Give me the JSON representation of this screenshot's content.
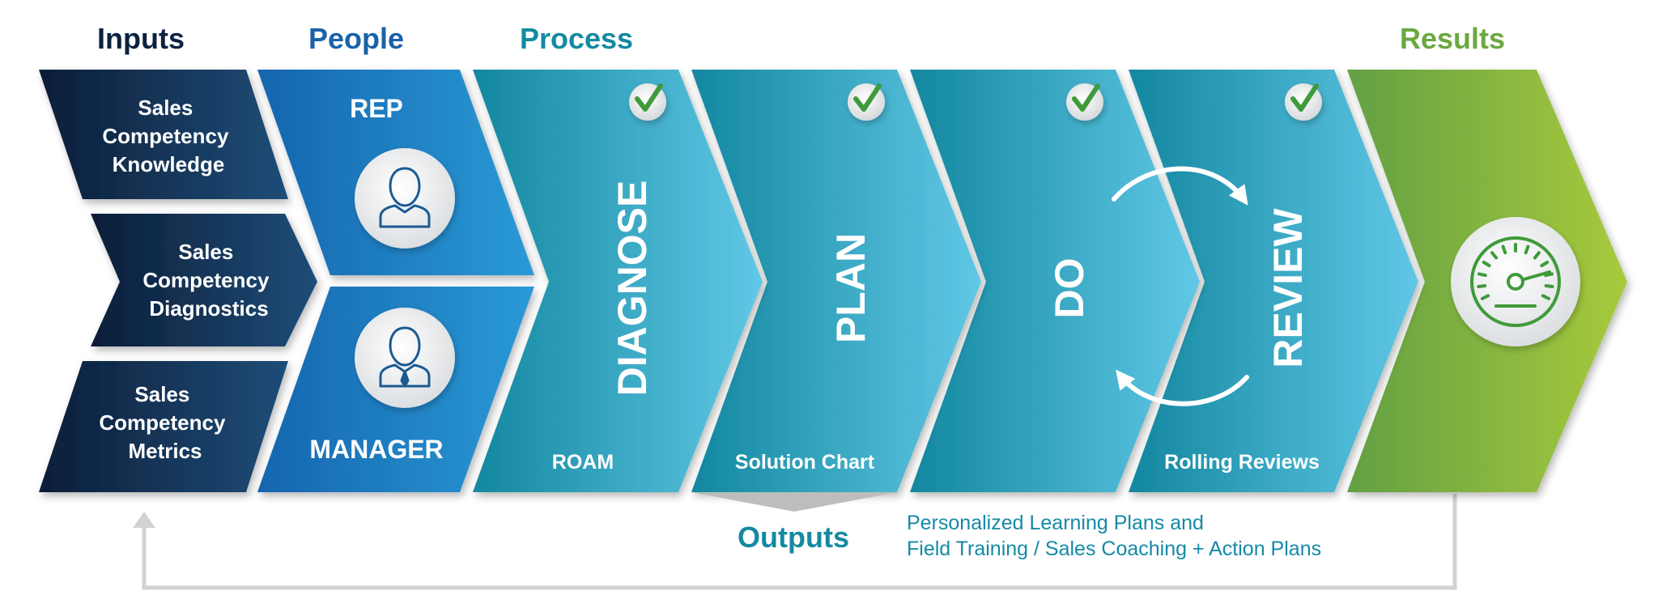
{
  "headers": {
    "inputs": "Inputs",
    "people": "People",
    "process": "Process",
    "results": "Results"
  },
  "inputs": [
    {
      "line1": "Sales",
      "line2": "Competency",
      "line3": "Knowledge"
    },
    {
      "line1": "Sales",
      "line2": "Competency",
      "line3": "Diagnostics"
    },
    {
      "line1": "Sales",
      "line2": "Competency",
      "line3": "Metrics"
    }
  ],
  "people": {
    "rep": "REP",
    "manager": "MANAGER"
  },
  "process": {
    "diagnose": "DIAGNOSE",
    "plan": "PLAN",
    "do": "DO",
    "review": "REVIEW",
    "diagnose_tool": "ROAM",
    "plan_tool": "Solution Chart",
    "review_tool": "Rolling Reviews"
  },
  "outputs": {
    "label": "Outputs",
    "line1": "Personalized Learning Plans and",
    "line2": "Field Training  / Sales Coaching + Action Plans"
  },
  "colors": {
    "inputs_dark": "#0d2240",
    "people_blue": "#1a6fb8",
    "process_teal": "#148aa6",
    "process_light": "#5ec6e4",
    "results_green": "#6aa840",
    "results_light": "#a6c83a",
    "header_inputs": "#0d2240",
    "header_people": "#1a62a8",
    "header_process": "#148aa0",
    "header_results": "#6aa840",
    "check_green": "#3f9a3a",
    "feedback_line": "#d2d2d2"
  },
  "icons": [
    "person-icon",
    "checkmark-icon",
    "cycle-arrow-icon",
    "speedometer-icon",
    "feedback-arrow-icon"
  ]
}
